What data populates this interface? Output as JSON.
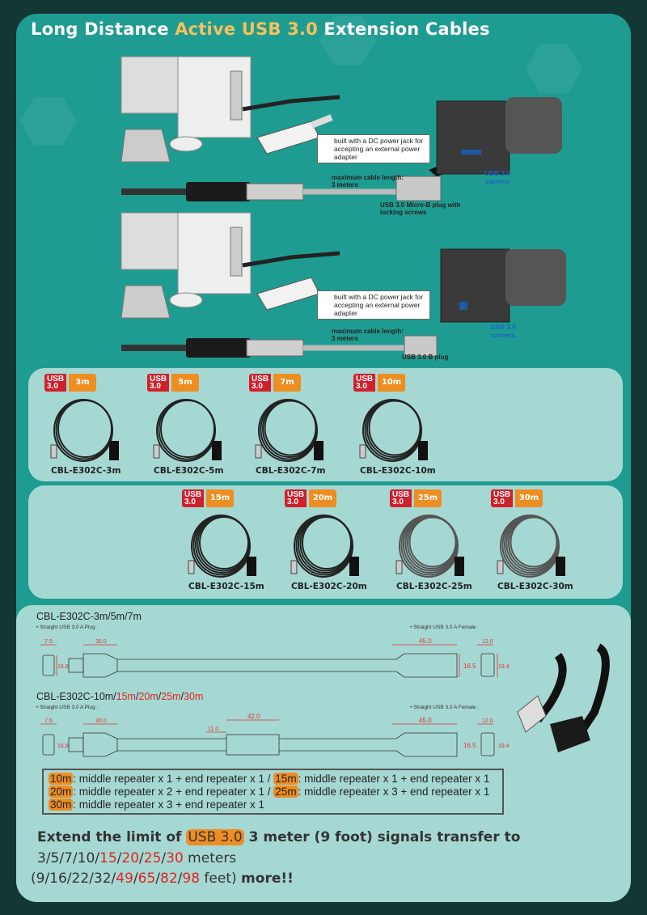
{
  "title": {
    "part1": "Long Distance ",
    "part2": "Active USB 3.0",
    "part3": " Extension Cables"
  },
  "diagram1": {
    "callout": "built with a DC power jack for accepting an external power adapter",
    "max_length": "maximum cable length: 3 meters",
    "plug": "USB 3.0 Micro-B plug with locking screws",
    "camera": "USB 3.0 camera"
  },
  "diagram2": {
    "callout": "built with a DC power jack for accepting an external power adapter",
    "max_length": "maximum cable length: 3 meters",
    "plug": "USB 3.0 B plug",
    "camera": "USB 3.0 camera"
  },
  "products": [
    {
      "badge": "USB 3.0",
      "length": "3m",
      "name": "CBL-E302C-3m"
    },
    {
      "badge": "USB 3.0",
      "length": "5m",
      "name": "CBL-E302C-5m"
    },
    {
      "badge": "USB 3.0",
      "length": "7m",
      "name": "CBL-E302C-7m"
    },
    {
      "badge": "USB 3.0",
      "length": "10m",
      "name": "CBL-E302C-10m"
    },
    {
      "badge": "USB 3.0",
      "length": "15m",
      "name": "CBL-E302C-15m"
    },
    {
      "badge": "USB 3.0",
      "length": "20m",
      "name": "CBL-E302C-20m"
    },
    {
      "badge": "USB 3.0",
      "length": "25m",
      "name": "CBL-E302C-25m"
    },
    {
      "badge": "USB 3.0",
      "length": "30m",
      "name": "CBL-E302C-30m"
    }
  ],
  "spec1": {
    "heading": "CBL-E302C-3m/5m/7m",
    "plug_label": "• Straight USB 3.0 A Plug :",
    "female_label": "• Straight USB 3.0 A Female :",
    "dims": [
      "7.5",
      "30.0",
      "16.8",
      "45.0",
      "16.5",
      "12.0",
      "19.4"
    ]
  },
  "spec2": {
    "heading_black": "CBL-E302C-10m/",
    "heading_red": [
      "15m",
      "20m",
      "25m",
      "30m"
    ],
    "plug_label": "• Straight USB 3.0 A Plug :",
    "female_label": "• Straight USB 3.0 A Female :",
    "dims": [
      "7.5",
      "30.0",
      "16.8",
      "11.0",
      "42.0",
      "45.0",
      "16.5",
      "12.0",
      "19.4"
    ]
  },
  "repeaters": [
    {
      "tag": "10m",
      "text": ": middle repeater x 1 + end repeater x 1 /"
    },
    {
      "tag": "15m",
      "text": ": middle repeater x 1 + end repeater x 1"
    },
    {
      "tag": "20m",
      "text": ": middle repeater x 2 + end repeater x 1 /"
    },
    {
      "tag": "25m",
      "text": ": middle repeater x 3 + end repeater x 1"
    },
    {
      "tag": "30m",
      "text": ": middle repeater x 3 + end repeater x 1"
    }
  ],
  "footer": {
    "line1a": "Extend the limit of ",
    "line1_hl": "USB 3.0",
    "line1b": " 3 meter (9 foot) signals transfer to",
    "meters_black": "3/5/7/10/",
    "meters_red": [
      "15",
      "20",
      "25",
      "30"
    ],
    "meters_unit": " meters",
    "feet_black": "(9/16/22/32/",
    "feet_red": [
      "49",
      "65",
      "82",
      "98"
    ],
    "feet_unit": " feet) ",
    "feet_end": "more!!"
  }
}
